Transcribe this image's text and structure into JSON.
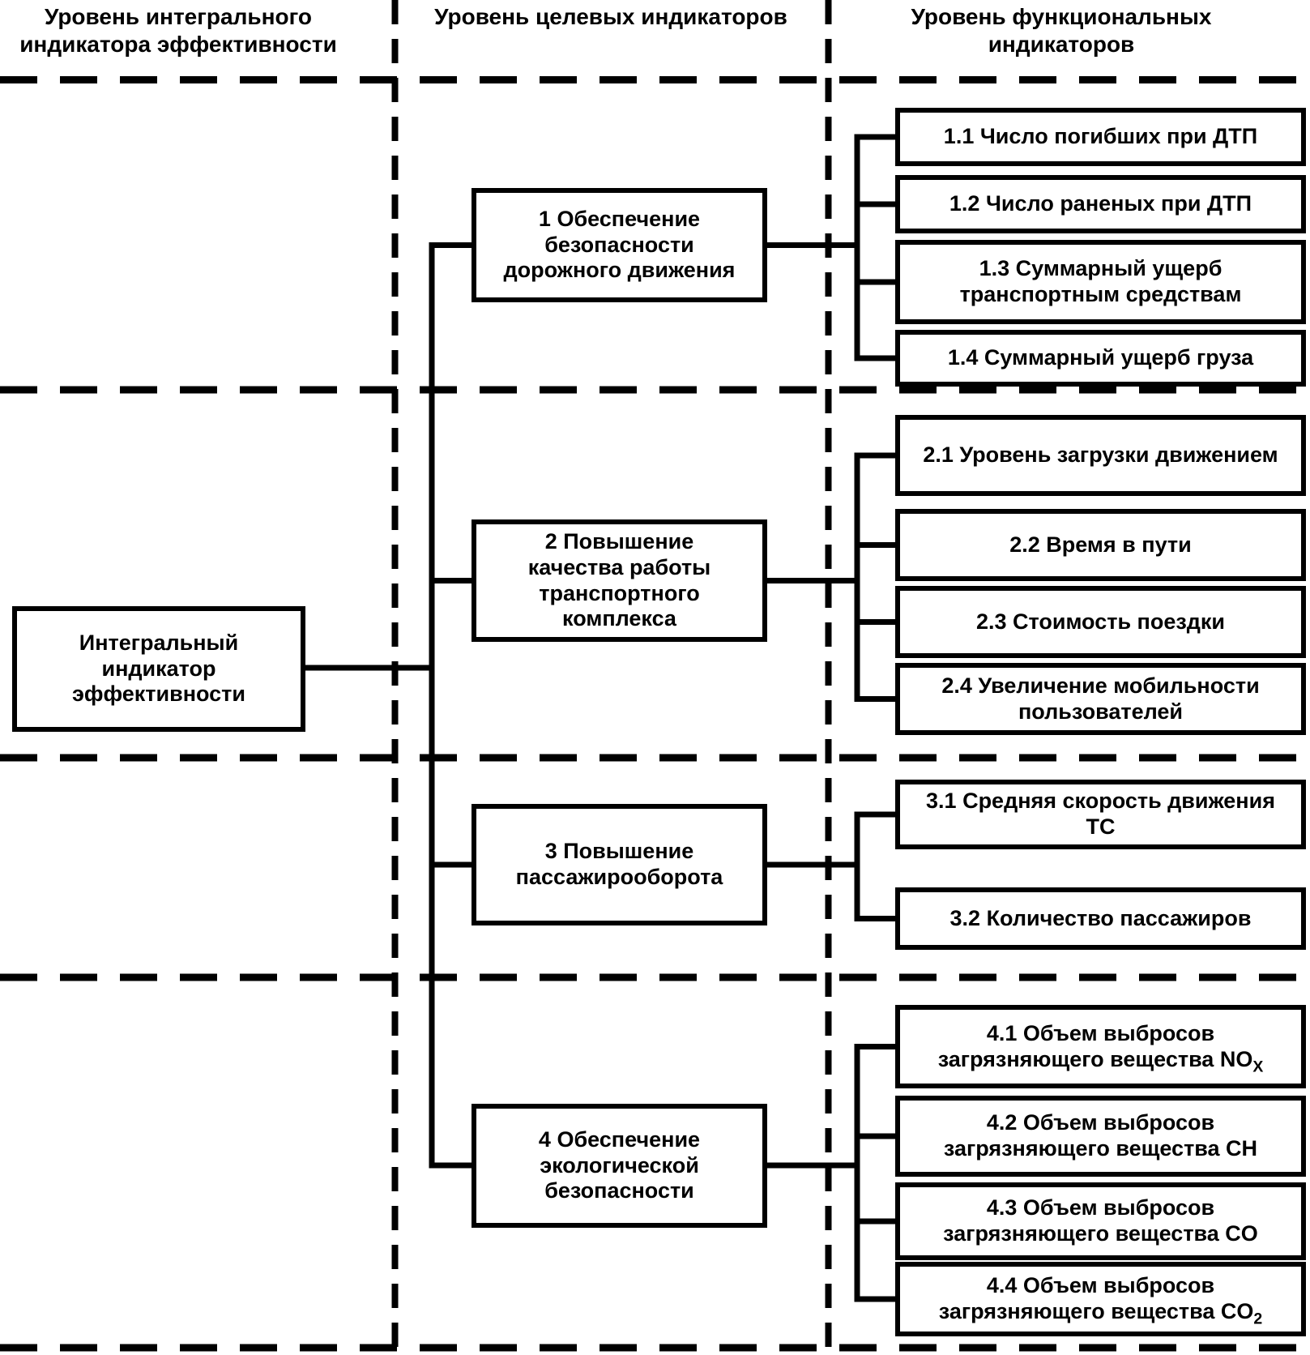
{
  "diagram": {
    "columns": [
      {
        "header": "Уровень интегрального индикатора эффективности"
      },
      {
        "header": "Уровень целевых индикаторов"
      },
      {
        "header": "Уровень функциональных индикаторов"
      }
    ],
    "root": {
      "label": "Интегральный индикатор эффективности"
    },
    "targets": [
      {
        "label": "1 Обеспечение безопасности дорожного движения"
      },
      {
        "label": "2 Повышение качества работы транспортного комплекса"
      },
      {
        "label": "3 Повышение пассажирооборота"
      },
      {
        "label": "4 Обеспечение экологической безопасности"
      }
    ],
    "functional": [
      {
        "label": "1.1 Число погибших при ДТП"
      },
      {
        "label": "1.2 Число раненых при ДТП"
      },
      {
        "label": "1.3 Суммарный ущерб транспортным средствам"
      },
      {
        "label": "1.4 Суммарный ущерб груза"
      },
      {
        "label": "2.1 Уровень загрузки движением"
      },
      {
        "label": "2.2 Время в пути"
      },
      {
        "label": "2.3 Стоимость поездки"
      },
      {
        "label": "2.4 Увеличение мобильности пользователей"
      },
      {
        "label": "3.1 Средняя скорость движения ТС"
      },
      {
        "label": "3.2 Количество пассажиров"
      },
      {
        "label": "4.1 Объем выбросов загрязняющего вещества NO",
        "sub": "X"
      },
      {
        "label": "4.2 Объем выбросов загрязняющего вещества CH"
      },
      {
        "label": "4.3 Объем выбросов загрязняющего вещества CO"
      },
      {
        "label": "4.4 Объем выбросов загрязняющего вещества CO",
        "sub": "2"
      }
    ],
    "colors": {
      "line": "#000000",
      "background": "#ffffff",
      "box_fill": "#ffffff"
    }
  }
}
